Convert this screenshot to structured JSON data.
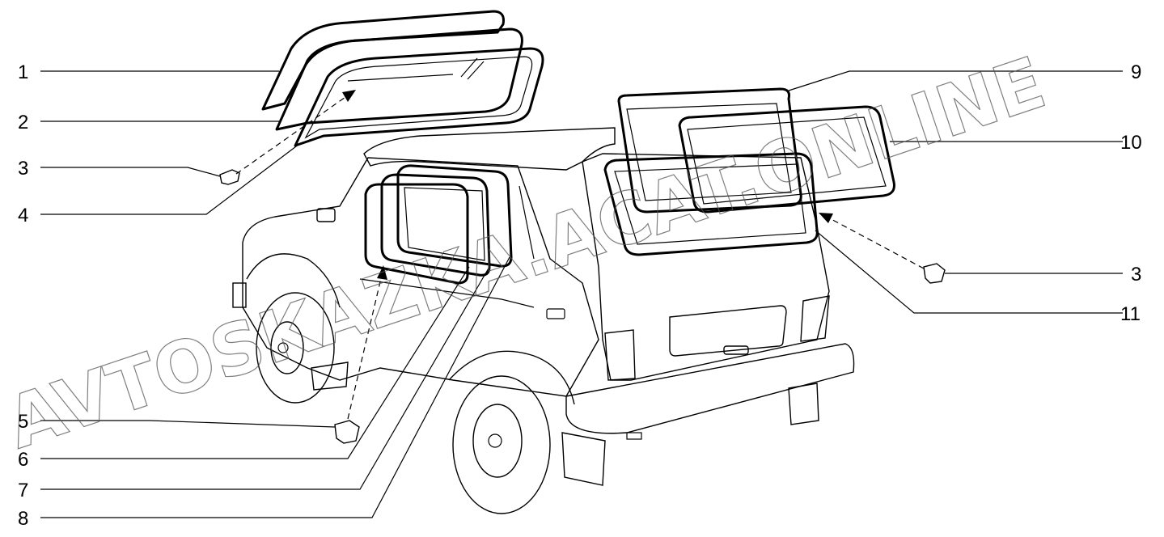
{
  "callouts": [
    {
      "id": "1",
      "label": "1"
    },
    {
      "id": "2",
      "label": "2"
    },
    {
      "id": "3a",
      "label": "3"
    },
    {
      "id": "4",
      "label": "4"
    },
    {
      "id": "5",
      "label": "5"
    },
    {
      "id": "6",
      "label": "6"
    },
    {
      "id": "7",
      "label": "7"
    },
    {
      "id": "8",
      "label": "8"
    },
    {
      "id": "9",
      "label": "9"
    },
    {
      "id": "10",
      "label": "10"
    },
    {
      "id": "3b",
      "label": "3"
    },
    {
      "id": "11",
      "label": "11"
    }
  ],
  "watermark": {
    "text": "AVTOSKAZKA.ACAT.ONLINE"
  }
}
